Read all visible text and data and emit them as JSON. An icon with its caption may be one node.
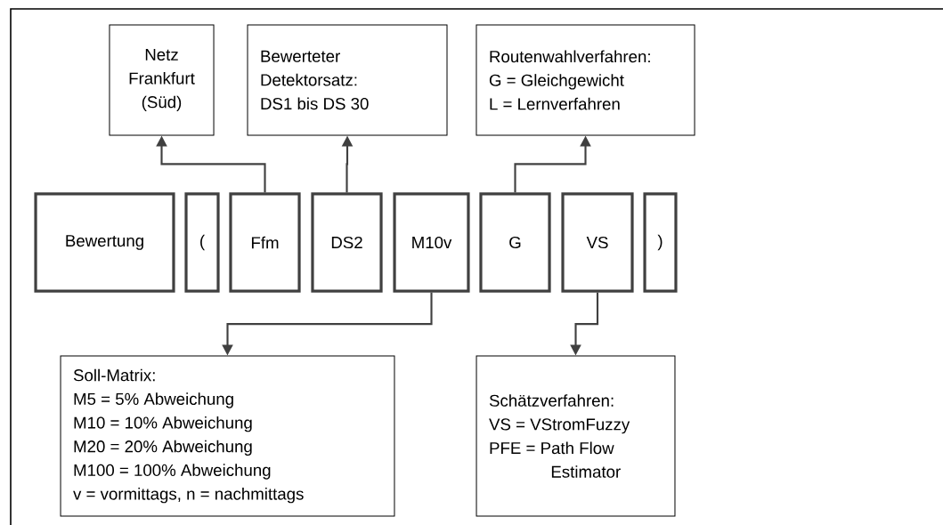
{
  "diagram": {
    "nodes": [
      {
        "text": [
          "Netz Frankfurt (Süd)"
        ]
      },
      {
        "text": [
          "Bewerteter Detektorsatz:",
          "DS1 bis DS 30"
        ]
      },
      {
        "text": [
          "Routenwahlverfahren:",
          "G = Gleichgewicht",
          "L = Lernverfahren"
        ]
      },
      {
        "text": [
          "Bewertung"
        ]
      },
      {
        "text": [
          "("
        ]
      },
      {
        "text": [
          "Ffm"
        ]
      },
      {
        "text": [
          "DS2"
        ]
      },
      {
        "text": [
          "M10v"
        ]
      },
      {
        "text": [
          "G"
        ]
      },
      {
        "text": [
          "VS"
        ]
      },
      {
        "text": [
          ")"
        ]
      },
      {
        "text": [
          "Soll-Matrix:",
          "M5 = 5% Abweichung",
          "M10 = 10% Abweichung",
          "M20 = 20% Abweichung",
          "M100 = 100% Abweichung",
          "v = vormittags, n = nachmittags"
        ]
      },
      {
        "text": [
          "Schätzverfahren:",
          "VS = VStromFuzzy",
          "PFE = Path Flow Estimator"
        ]
      }
    ],
    "edges": [
      {
        "from": 5,
        "to": 0,
        "arrow": "to"
      },
      {
        "from": 6,
        "to": 1,
        "arrow": "to"
      },
      {
        "from": 8,
        "to": 2,
        "arrow": "to"
      },
      {
        "from": 7,
        "to": 11,
        "arrow": "to"
      },
      {
        "from": 9,
        "to": 12,
        "arrow": "to"
      }
    ]
  }
}
